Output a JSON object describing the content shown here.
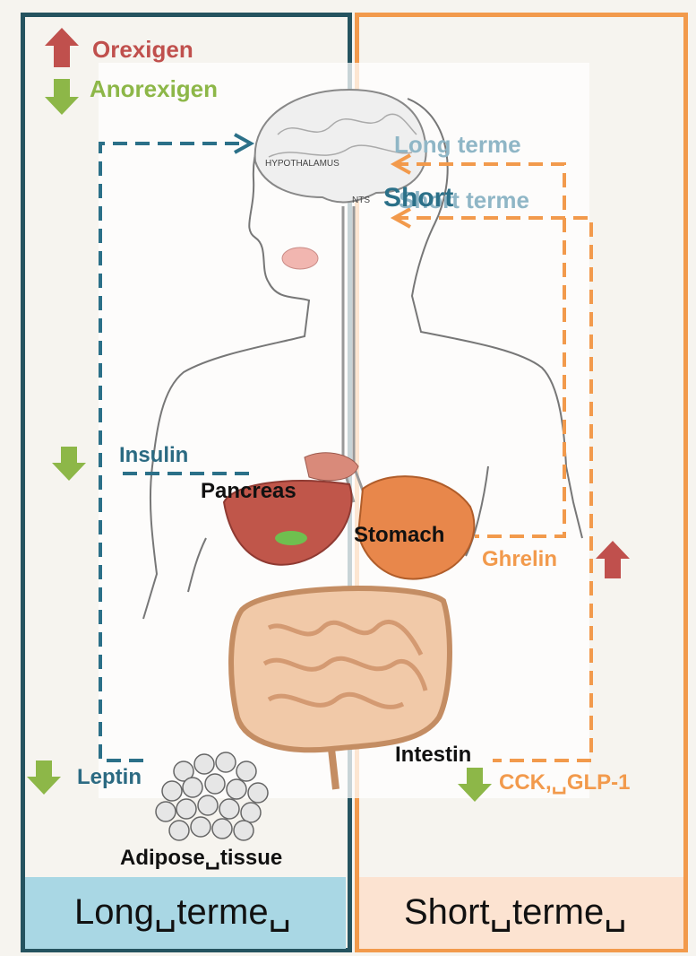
{
  "legend": {
    "orexigen_label": "Orexigen",
    "anorexigen_label": "Anorexigen"
  },
  "brain_labels": {
    "hypothalamus": "HYPOTHALAMUS",
    "nts": "NTS"
  },
  "signal_labels": {
    "long_terme": "Long terme",
    "short_overlay": "Short",
    "short_terme": "Short terme"
  },
  "organ_labels": {
    "pancreas": "Pancreas",
    "stomach": "Stomach",
    "intestin": "Intestin",
    "adipose": "Adipose␣tissue"
  },
  "hormone_labels": {
    "insulin": "Insulin",
    "leptin": "Leptin",
    "ghrelin": "Ghrelin",
    "cck_glp": "CCK,␣GLP-1"
  },
  "footer": {
    "long": "Long␣terme␣",
    "short": "Short␣terme␣"
  },
  "colors": {
    "long_term": "#25535f",
    "short_term": "#f29a4c",
    "orexigen": "#c0504d",
    "anorexigen": "#8db748"
  }
}
